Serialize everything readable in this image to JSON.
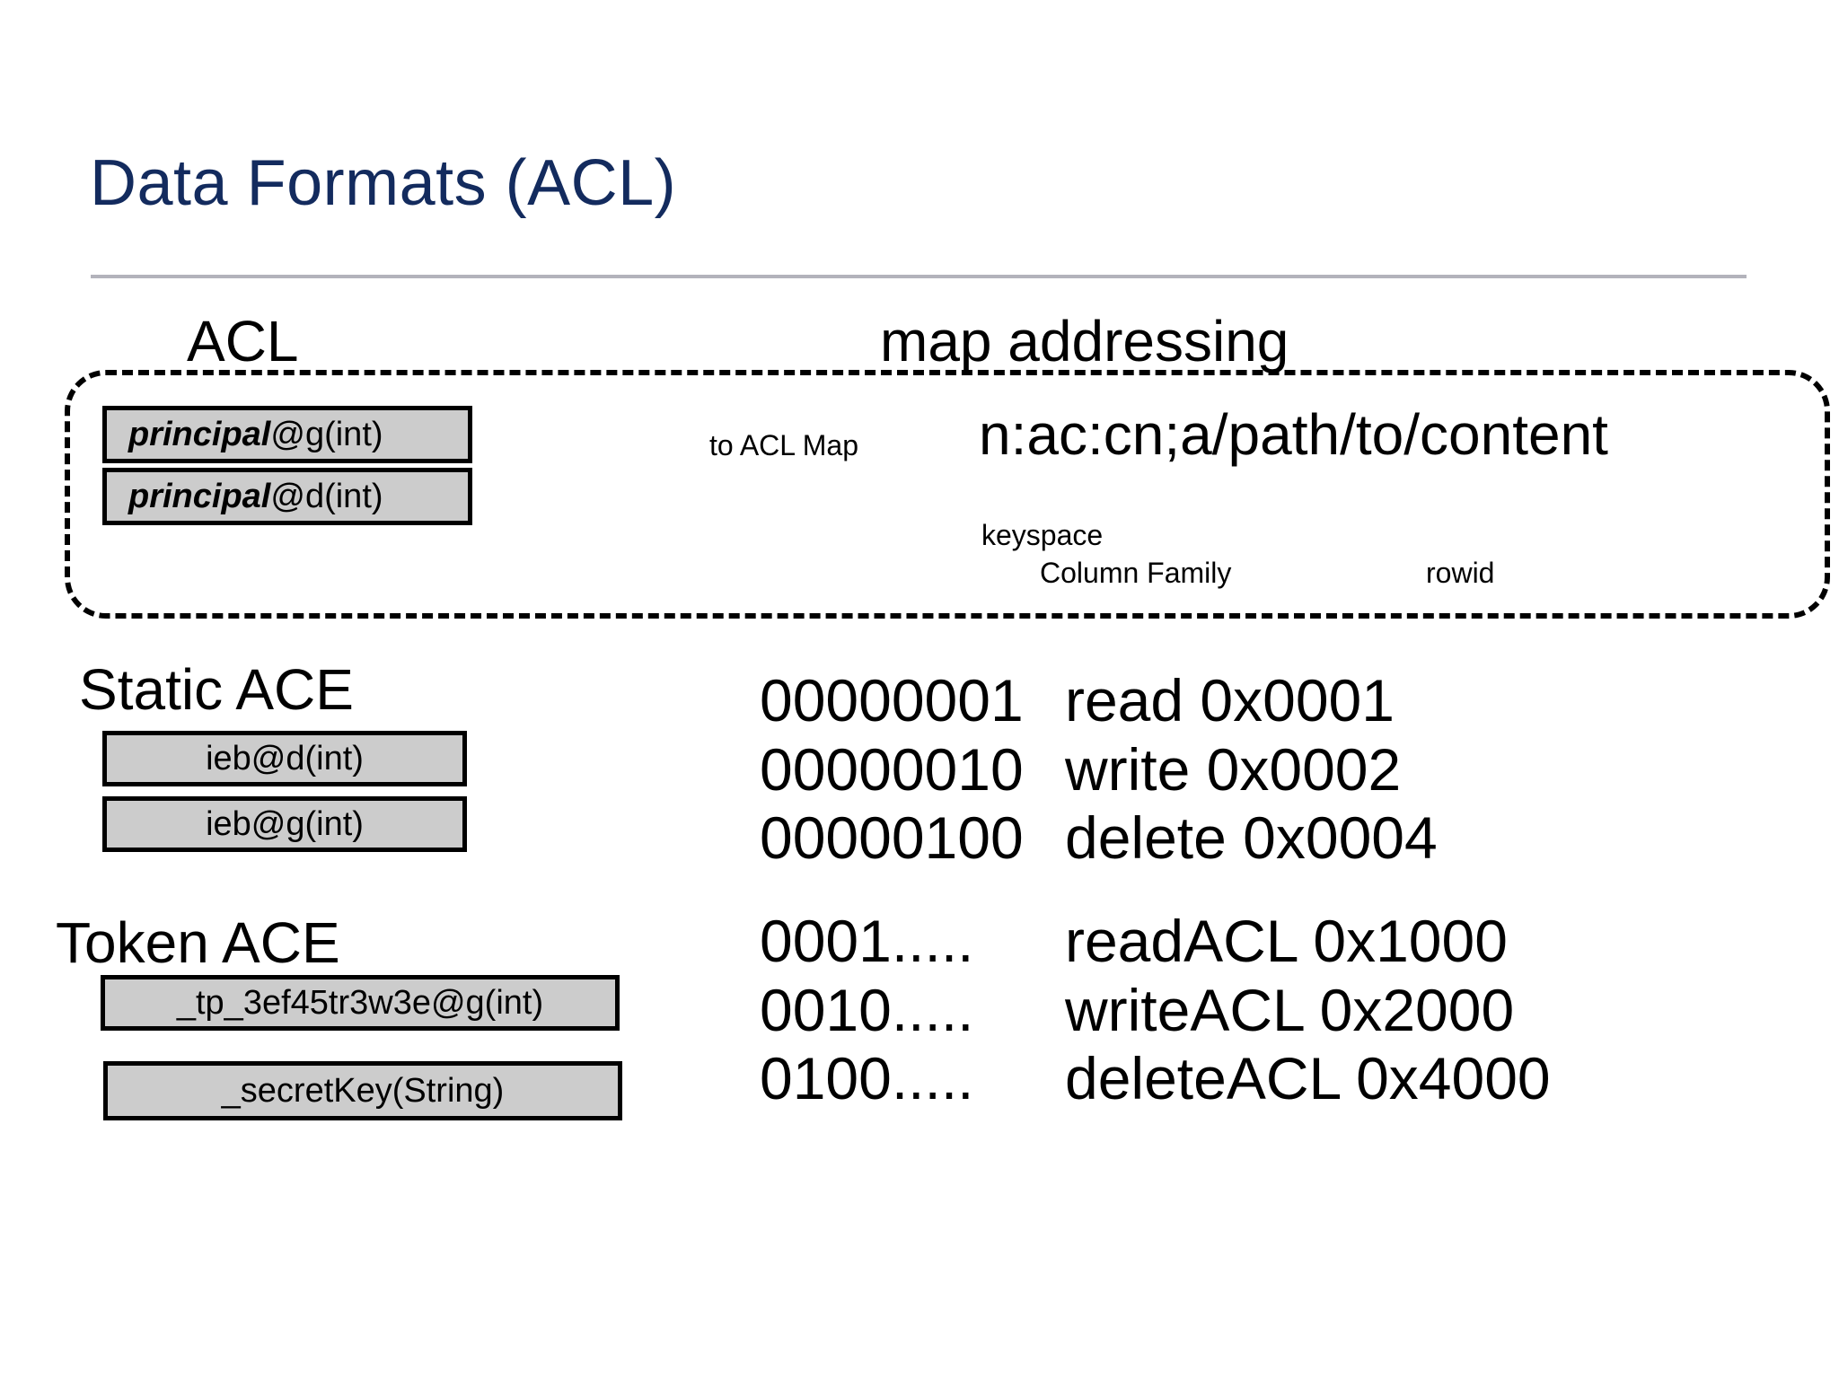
{
  "slide": {
    "title": "Data Formats (ACL)",
    "title_color": "#132b5e",
    "background": "#ffffff",
    "box_fill": "#cccccc",
    "rule_color": "#b3b3bb"
  },
  "headings": {
    "acl": "ACL",
    "map_addressing": "map addressing",
    "static_ace": "Static ACE",
    "token_ace": "Token ACE"
  },
  "acl_rows": [
    {
      "bold": "principal",
      "rest": "@g(int)"
    },
    {
      "bold": "principal",
      "rest": "@d(int)"
    }
  ],
  "map": {
    "to_acl_map_label": "to ACL Map",
    "key": "n:ac:cn;a/path/to/content",
    "annotations": {
      "keyspace": "keyspace",
      "column_family": "Column Family",
      "rowid": "rowid"
    }
  },
  "static_ace_rows": [
    "ieb@d(int)",
    "ieb@g(int)"
  ],
  "token_ace_rows": [
    "_tp_3ef45tr3w3e@g(int)",
    "_secretKey(String)"
  ],
  "permissions_basic": [
    {
      "bits": "00000001",
      "name": "read 0x0001"
    },
    {
      "bits": "00000010",
      "name": "write 0x0002"
    },
    {
      "bits": "00000100",
      "name": "delete 0x0004"
    }
  ],
  "permissions_acl": [
    {
      "bits": "0001.....",
      "name": "readACL 0x1000"
    },
    {
      "bits": "0010.....",
      "name": "writeACL 0x2000"
    },
    {
      "bits": "0100.....",
      "name": "deleteACL 0x4000"
    }
  ]
}
